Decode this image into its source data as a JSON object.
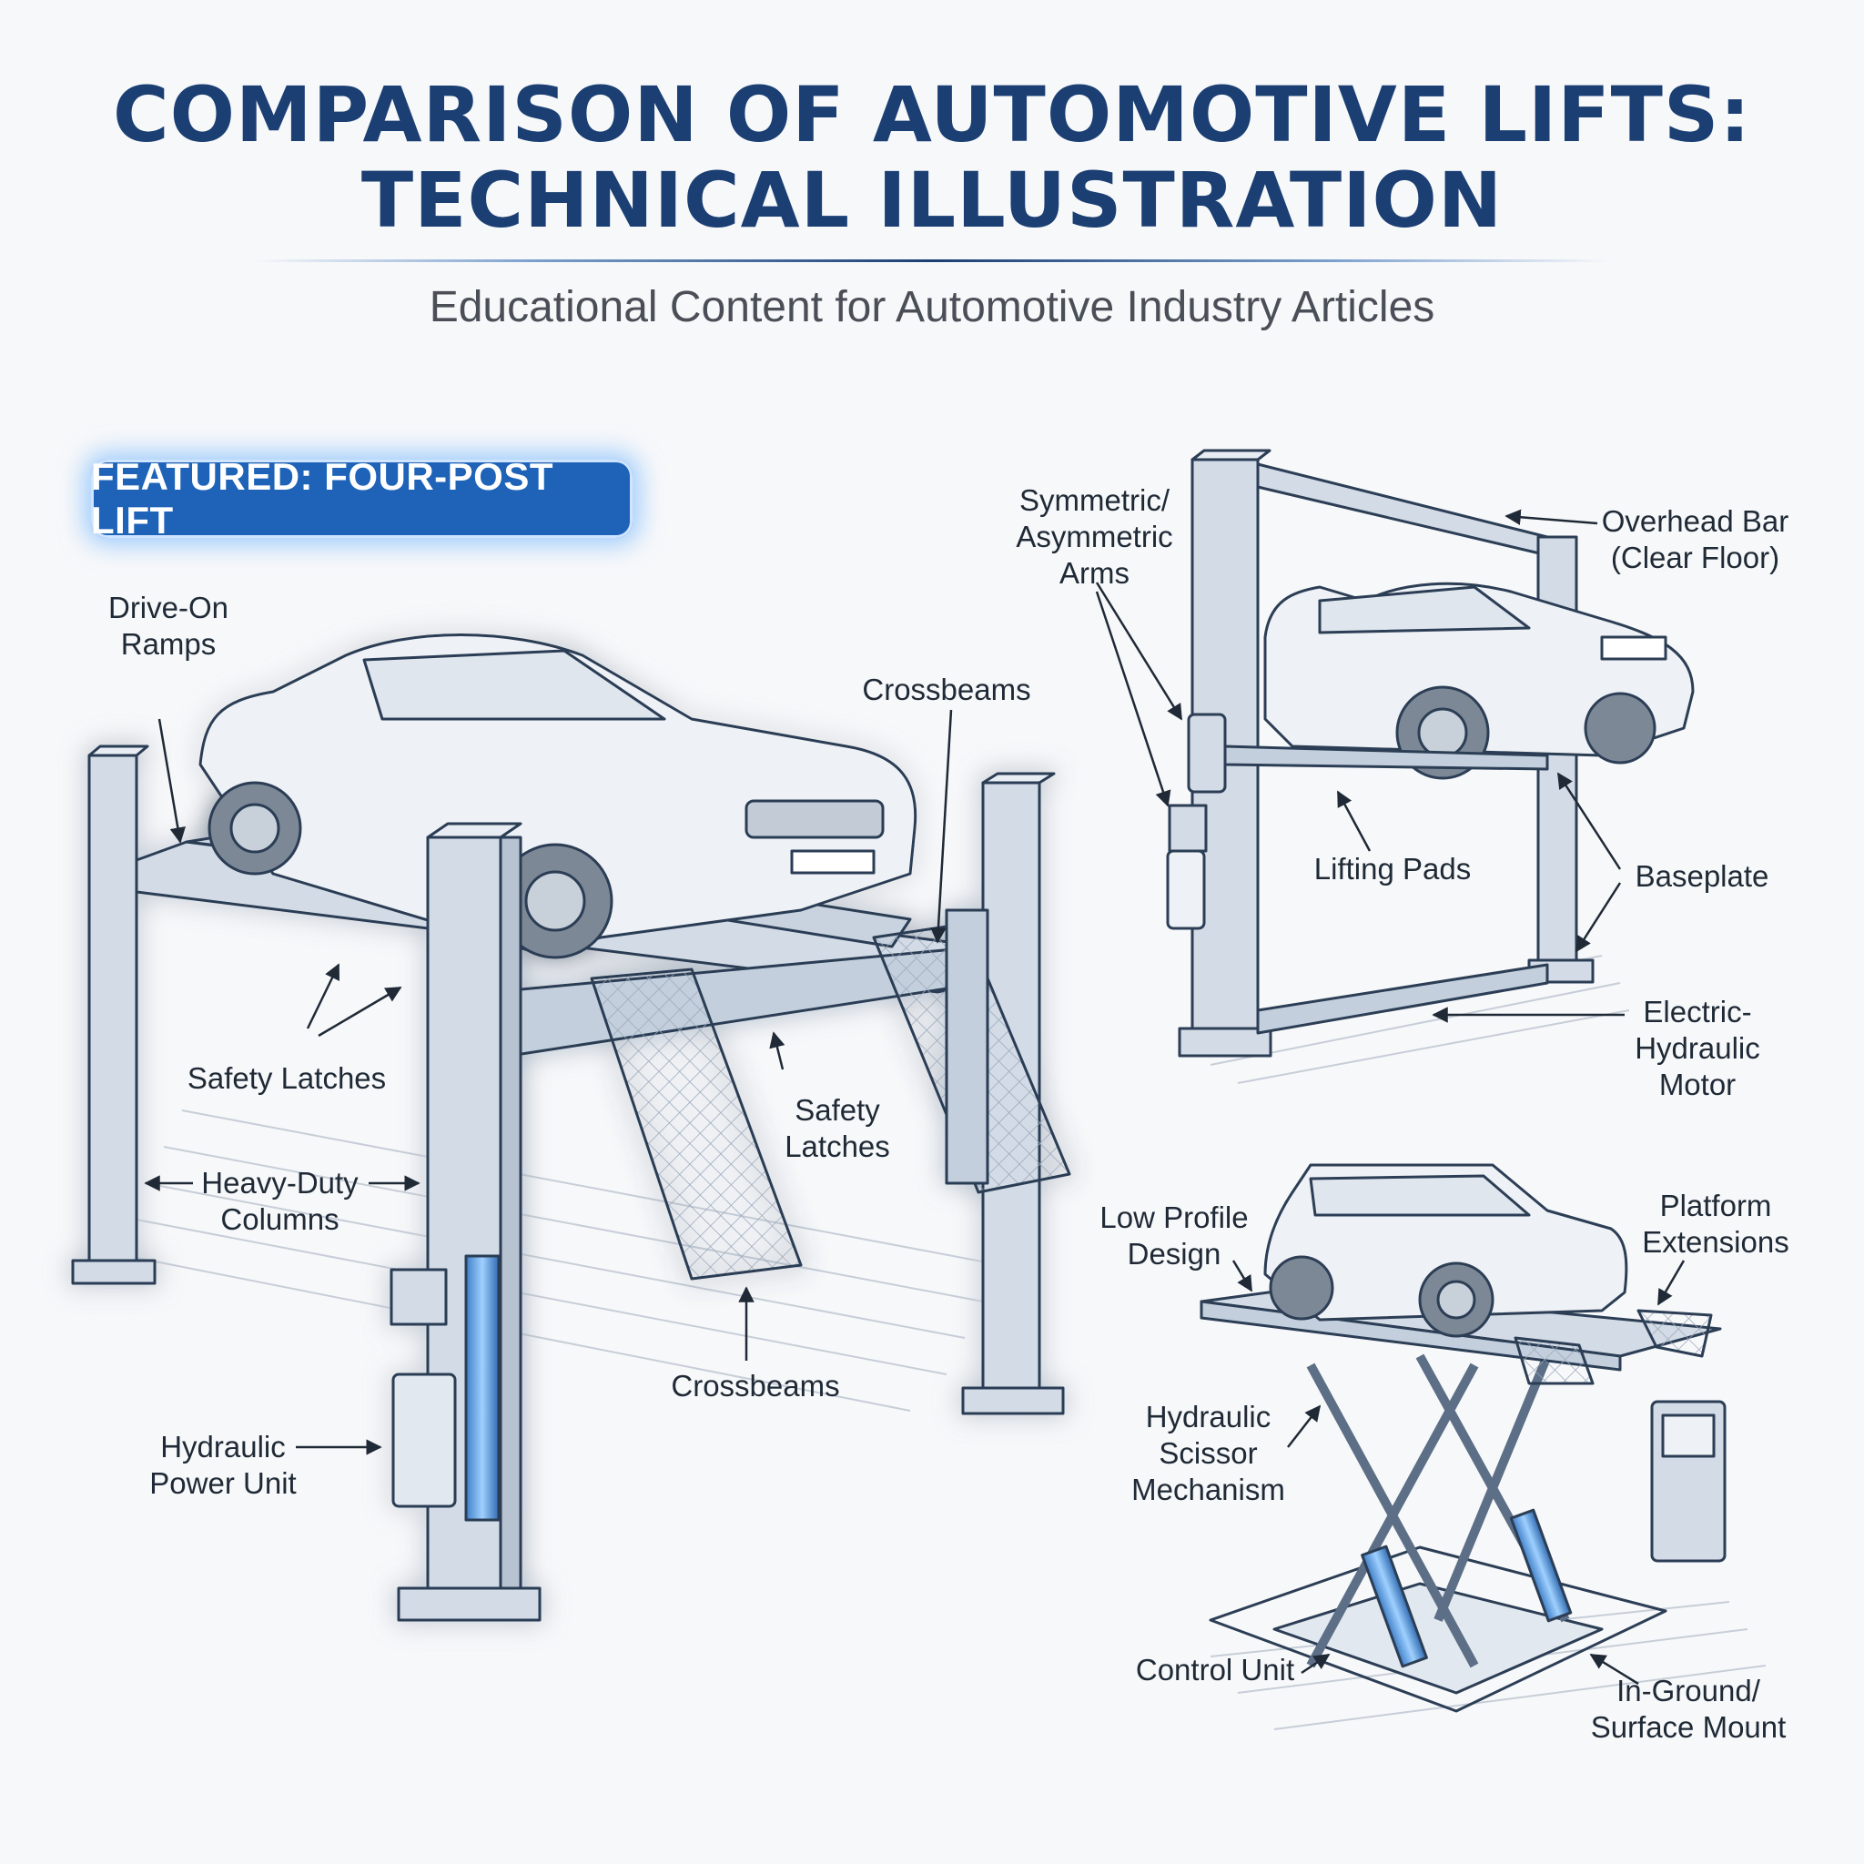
{
  "header": {
    "title_line1": "COMPARISON OF AUTOMOTIVE LIFTS:",
    "title_line2": "TECHNICAL ILLUSTRATION",
    "subtitle": "Educational Content for Automotive Industry Articles"
  },
  "featured_badge": "FEATURED: FOUR-POST LIFT",
  "colors": {
    "title": "#1b3f73",
    "badge": "#1e63b8",
    "glow": "#5aaaff",
    "line_art": "#2c3e55",
    "steel": "#d3dbe6"
  },
  "four_post": {
    "drive_on_ramps": "Drive-On\nRamps",
    "crossbeams_top": "Crossbeams",
    "safety_latches_left": "Safety Latches",
    "safety_latches_right": "Safety\nLatches",
    "heavy_duty_columns": "Heavy-Duty\nColumns",
    "crossbeams_bottom": "Crossbeams",
    "hydraulic_power_unit": "Hydraulic\nPower Unit"
  },
  "two_post": {
    "arms": "Symmetric/\nAsymmetric\nArms",
    "overhead_bar": "Overhead Bar\n(Clear Floor)",
    "lifting_pads": "Lifting Pads",
    "baseplate": "Baseplate",
    "motor": "Electric-\nHydraulic\nMotor"
  },
  "scissor": {
    "low_profile": "Low Profile\nDesign",
    "platform_extensions": "Platform\nExtensions",
    "scissor_mechanism": "Hydraulic\nScissor\nMechanism",
    "control_unit": "Control Unit",
    "mount": "In-Ground/\nSurface Mount"
  }
}
